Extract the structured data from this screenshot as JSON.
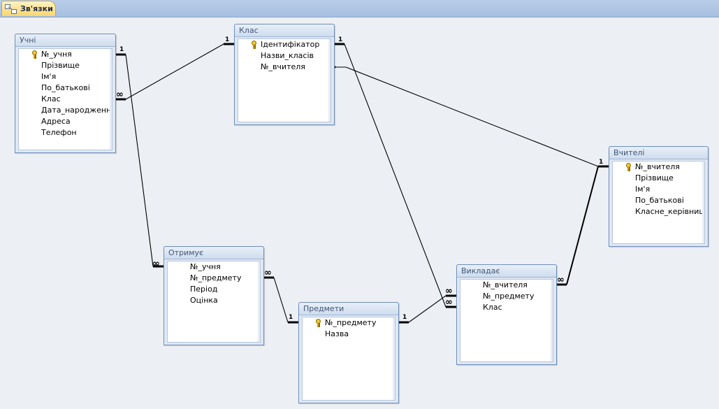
{
  "tab": {
    "label": "Зв'язки",
    "icon": "relationships-icon"
  },
  "tables": {
    "uchni": {
      "title": "Учні",
      "fields": [
        {
          "name": "№_учня",
          "key": true
        },
        {
          "name": "Прізвище",
          "key": false
        },
        {
          "name": "Ім'я",
          "key": false
        },
        {
          "name": "По_батькові",
          "key": false
        },
        {
          "name": "Клас",
          "key": false
        },
        {
          "name": "Дата_народження",
          "key": false
        },
        {
          "name": "Адреса",
          "key": false
        },
        {
          "name": "Телефон",
          "key": false
        }
      ]
    },
    "klas": {
      "title": "Клас",
      "fields": [
        {
          "name": "Ідентифікатор",
          "key": true
        },
        {
          "name": "Назви_класів",
          "key": false
        },
        {
          "name": "№_вчителя",
          "key": false
        }
      ]
    },
    "vchyteli": {
      "title": "Вчителі",
      "fields": [
        {
          "name": "№_вчителя",
          "key": true
        },
        {
          "name": "Прізвище",
          "key": false
        },
        {
          "name": "Ім'я",
          "key": false
        },
        {
          "name": "По_батькові",
          "key": false
        },
        {
          "name": "Класне_керівництво",
          "key": false
        }
      ]
    },
    "otrymuie": {
      "title": "Отримує",
      "fields": [
        {
          "name": "№_учня",
          "key": false
        },
        {
          "name": "№_предмету",
          "key": false
        },
        {
          "name": "Період",
          "key": false
        },
        {
          "name": "Оцінка",
          "key": false
        }
      ]
    },
    "predmety": {
      "title": "Предмети",
      "fields": [
        {
          "name": "№_предмету",
          "key": true
        },
        {
          "name": "Назва",
          "key": false
        }
      ]
    },
    "vykladaie": {
      "title": "Викладає",
      "fields": [
        {
          "name": "№_вчителя",
          "key": false
        },
        {
          "name": "№_предмету",
          "key": false
        },
        {
          "name": "Клас",
          "key": false
        }
      ]
    }
  },
  "cardinality": {
    "one": "1",
    "many": "∞"
  }
}
